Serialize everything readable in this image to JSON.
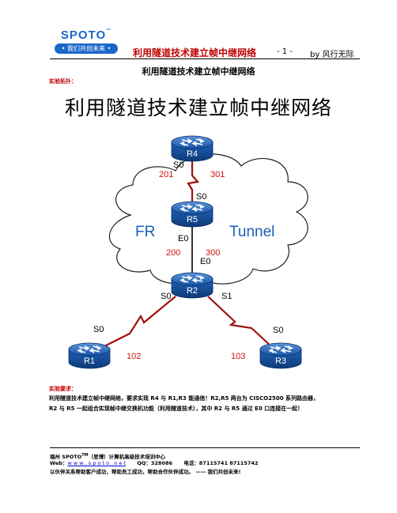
{
  "header": {
    "logo_text": "SPOTO",
    "logo_tm": "™",
    "logo_slogan": "• 我们共创未来 •",
    "title": "利用隧道技术建立帧中继网络",
    "page_number": "- 1 -",
    "author": "by 风行无际"
  },
  "doc_title": "利用隧道技术建立帧中继网络",
  "topology_section": {
    "label": "实验拓扑："
  },
  "diagram": {
    "title": "利用隧道技术建立帧中继网络",
    "cloud_left_text": "FR",
    "cloud_right_text": "Tunnel",
    "routers": [
      "R4",
      "R5",
      "R2",
      "R1",
      "R3"
    ],
    "interfaces": {
      "r4_s0": "S0",
      "r5_s0": "S0",
      "r5_e0": "E0",
      "r2_e0": "E0",
      "r2_s0": "S0",
      "r2_s1": "S1",
      "r1_s0": "S0",
      "r3_s0": "S0"
    },
    "dlcis": {
      "r4_r5_left": "201",
      "r4_r5_right": "301",
      "r5_r2_left": "200",
      "r5_r2_right": "300",
      "r2_r1": "102",
      "r2_r3": "103"
    },
    "colors": {
      "router": "#1a5fb4",
      "serial_link": "#a01010",
      "dlci_text": "#d01010",
      "cloud_text": "#1a5fb4"
    }
  },
  "requirements": {
    "label": "实验要求：",
    "line1": "利用隧道技术建立帧中继网络，要求实现 R4 与 R1,R3 能通信！R2,R5 两台为 CISCO2500 系列路由器，",
    "line2": "R2 与 R5 一起组合实现帧中继交换机功能（利用隧道技术），其中 R2 与 R5 通过 E0 口连接在一起！"
  },
  "footer": {
    "line1_prefix": "福州 SPOTO",
    "line1_tm": "TM",
    "line1_rest": "（思博）计算机高级技术培训中心",
    "web_label": "Web：",
    "web_url": "w w w . s p o t o . n e t",
    "qq": "QQ：328086",
    "phone": "电话：87115741   87115742",
    "line3": "以伙伴关系帮助客户成功，帮助员工成功，帮助合作伙伴成功。   ——  我们共创未来!"
  }
}
